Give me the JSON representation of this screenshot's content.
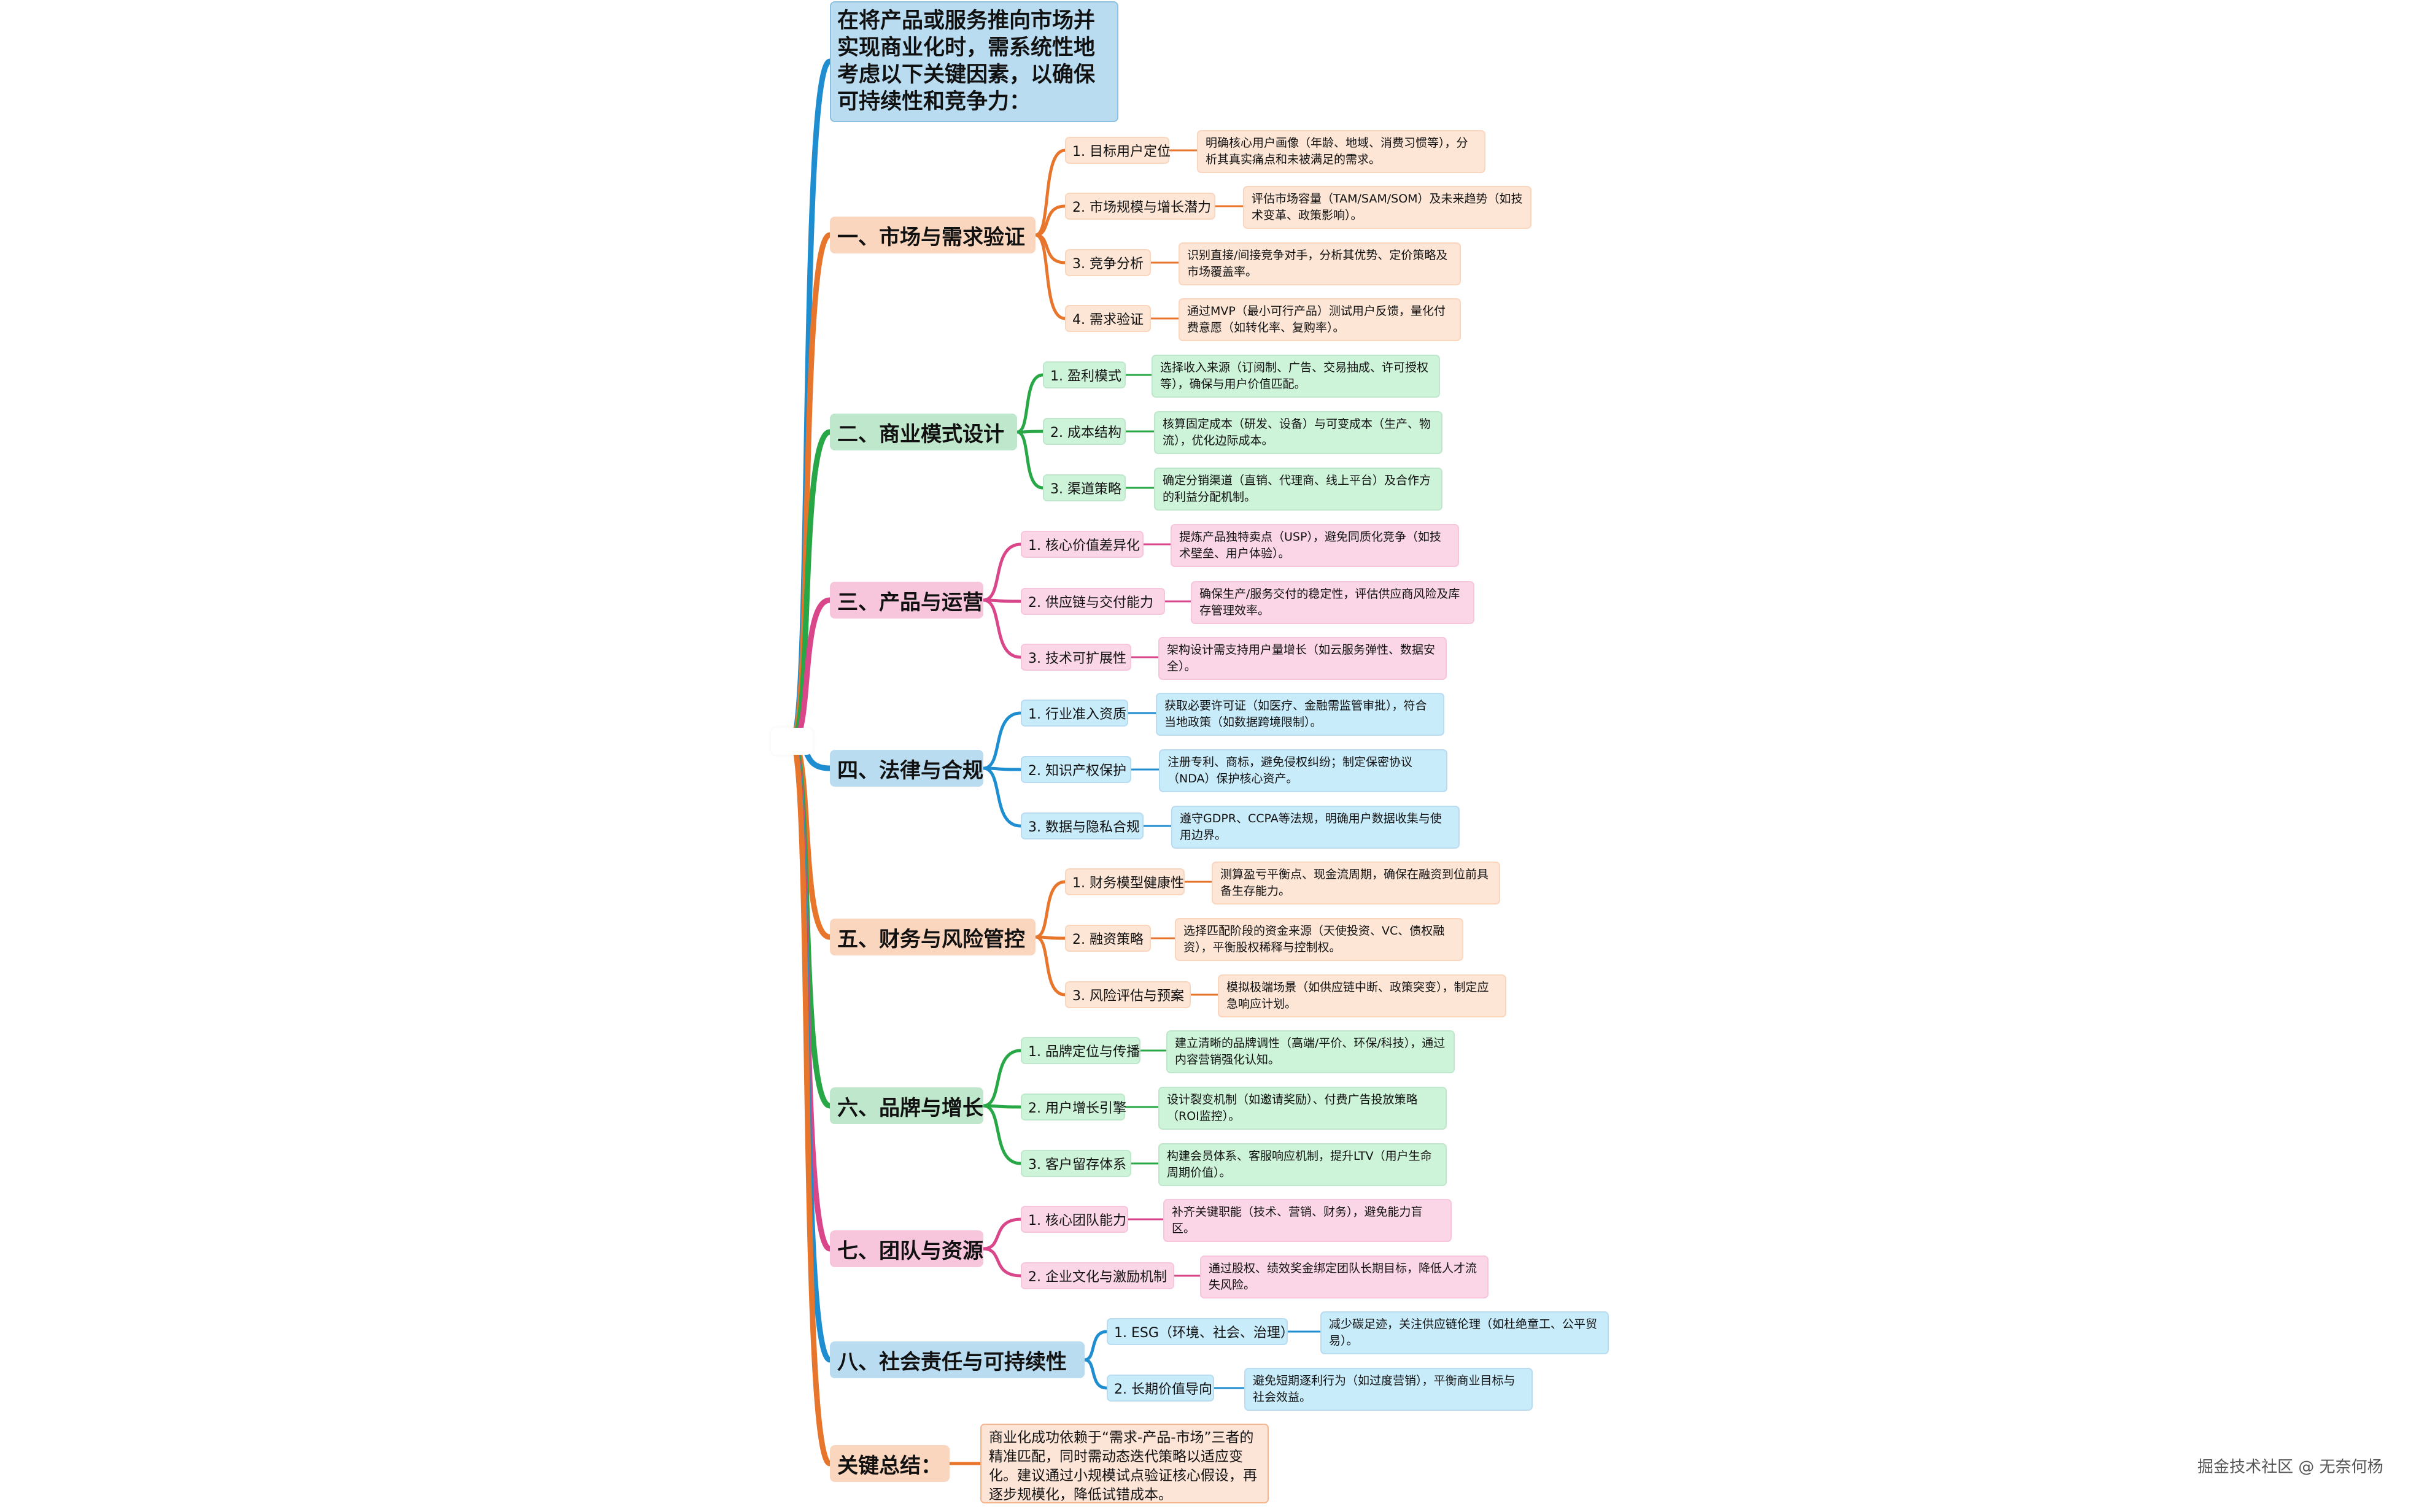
{
  "intro": "在将产品或服务推向市场并实现商业化时，需系统性地考虑以下关键因素，以确保可持续性和竞争力：",
  "branches": [
    {
      "title": "一、市场与需求验证",
      "items": [
        {
          "label": "1. 目标用户定位",
          "detail": "明确核心用户画像（年龄、地域、消费习惯等），分析其真实痛点和未被满足的需求。"
        },
        {
          "label": "2. 市场规模与增长潜力",
          "detail": "评估市场容量（TAM/SAM/SOM）及未来趋势（如技术变革、政策影响）。"
        },
        {
          "label": "3. 竞争分析",
          "detail": "识别直接/间接竞争对手，分析其优势、定价策略及市场覆盖率。"
        },
        {
          "label": "4. 需求验证",
          "detail": "通过MVP（最小可行产品）测试用户反馈，量化付费意愿（如转化率、复购率）。"
        }
      ]
    },
    {
      "title": "二、商业模式设计",
      "items": [
        {
          "label": "1. 盈利模式",
          "detail": "选择收入来源（订阅制、广告、交易抽成、许可授权等），确保与用户价值匹配。"
        },
        {
          "label": "2. 成本结构",
          "detail": "核算固定成本（研发、设备）与可变成本（生产、物流），优化边际成本。"
        },
        {
          "label": "3. 渠道策略",
          "detail": "确定分销渠道（直销、代理商、线上平台）及合作方的利益分配机制。"
        }
      ]
    },
    {
      "title": "三、产品与运营",
      "items": [
        {
          "label": "1. 核心价值差异化",
          "detail": "提炼产品独特卖点（USP），避免同质化竞争（如技术壁垒、用户体验）。"
        },
        {
          "label": "2. 供应链与交付能力",
          "detail": "确保生产/服务交付的稳定性，评估供应商风险及库存管理效率。"
        },
        {
          "label": "3. 技术可扩展性",
          "detail": "架构设计需支持用户量增长（如云服务弹性、数据安全）。"
        }
      ]
    },
    {
      "title": "四、法律与合规",
      "items": [
        {
          "label": "1. 行业准入资质",
          "detail": "获取必要许可证（如医疗、金融需监管审批），符合当地政策（如数据跨境限制）。"
        },
        {
          "label": "2. 知识产权保护",
          "detail": "注册专利、商标，避免侵权纠纷；制定保密协议（NDA）保护核心资产。"
        },
        {
          "label": "3. 数据与隐私合规",
          "detail": "遵守GDPR、CCPA等法规，明确用户数据收集与使用边界。"
        }
      ]
    },
    {
      "title": "五、财务与风险管控",
      "items": [
        {
          "label": "1. 财务模型健康性",
          "detail": "测算盈亏平衡点、现金流周期，确保在融资到位前具备生存能力。"
        },
        {
          "label": "2. 融资策略",
          "detail": "选择匹配阶段的资金来源（天使投资、VC、债权融资），平衡股权稀释与控制权。"
        },
        {
          "label": "3. 风险评估与预案",
          "detail": "模拟极端场景（如供应链中断、政策突变），制定应急响应计划。"
        }
      ]
    },
    {
      "title": "六、品牌与增长",
      "items": [
        {
          "label": "1. 品牌定位与传播",
          "detail": "建立清晰的品牌调性（高端/平价、环保/科技），通过内容营销强化认知。"
        },
        {
          "label": "2. 用户增长引擎",
          "detail": "设计裂变机制（如邀请奖励）、付费广告投放策略（ROI监控）。"
        },
        {
          "label": "3. 客户留存体系",
          "detail": "构建会员体系、客服响应机制，提升LTV（用户生命周期价值）。"
        }
      ]
    },
    {
      "title": "七、团队与资源",
      "items": [
        {
          "label": "1. 核心团队能力",
          "detail": "补齐关键职能（技术、营销、财务），避免能力盲区。"
        },
        {
          "label": "2. 企业文化与激励机制",
          "detail": "通过股权、绩效奖金绑定团队长期目标，降低人才流失风险。"
        }
      ]
    },
    {
      "title": "八、社会责任与可持续性",
      "items": [
        {
          "label": "1. ESG（环境、社会、治理）",
          "detail": "减少碳足迹，关注供应链伦理（如杜绝童工、公平贸易）。"
        },
        {
          "label": "2. 长期价值导向",
          "detail": "避免短期逐利行为（如过度营销），平衡商业目标与社会效益。"
        }
      ]
    }
  ],
  "summary_title": "关键总结：",
  "summary_text": "商业化成功依赖于“需求-产品-市场”三者的精准匹配，同时需动态迭代策略以适应变化。建议通过小规模试点验证核心假设，再逐步规模化，降低试错成本。",
  "watermark": "掘金技术社区 @ 无奈何杨",
  "colors": {
    "blue": "#1e8ed0",
    "orange": "#e8752c",
    "green": "#27a745",
    "pink": "#d9468a",
    "blue_fill": "#b9dcf1",
    "orange_fill": "#fbd6bf",
    "green_fill": "#bfe7cb",
    "pink_fill": "#f7c6dc",
    "blue_leaf": "#c9ecfb",
    "orange_leaf": "#fde6d6",
    "green_leaf": "#cdf4d9",
    "pink_leaf": "#fbd6e6"
  }
}
